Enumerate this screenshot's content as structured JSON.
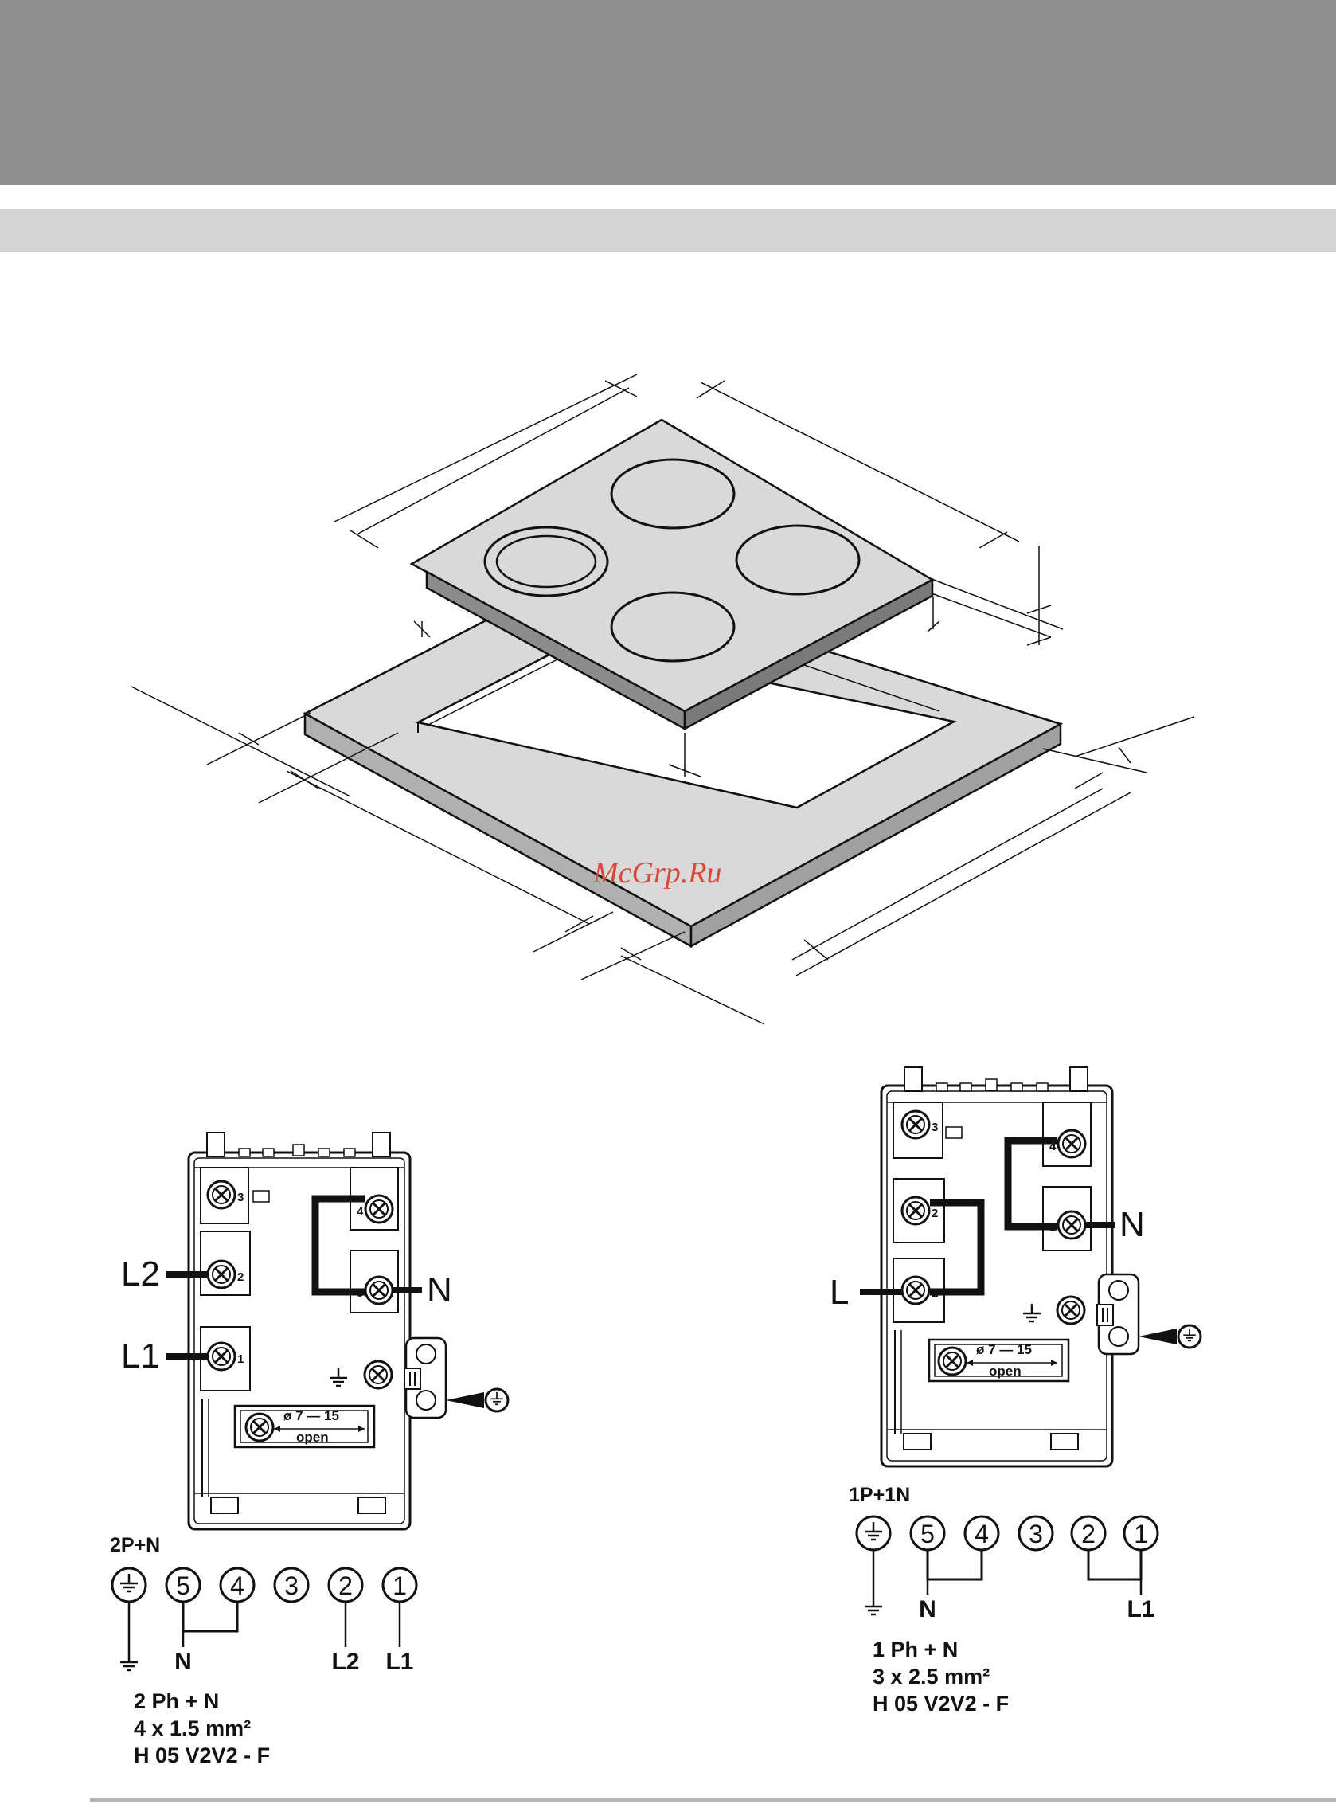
{
  "header": {
    "bar_color": "#8f8e8e",
    "subbar_color": "#d4d4d4"
  },
  "watermark": "McGrp.Ru",
  "diagram_left": {
    "terminal_labels": [
      "L2",
      "L1",
      "N"
    ],
    "screw_numbers": [
      "3",
      "2",
      "1",
      "4",
      "5"
    ],
    "clamp_text": {
      "range": "ø 7 — 15",
      "action": "open"
    },
    "config": "2P+N",
    "schema_numbers": [
      "5",
      "4",
      "3",
      "2",
      "1"
    ],
    "schema_labels": {
      "n": "N",
      "l2": "L2",
      "l1": "L1"
    },
    "spec_lines": [
      "2 Ph + N",
      "4 x 1.5 mm²",
      "H 05 V2V2 - F"
    ]
  },
  "diagram_right": {
    "terminal_labels": [
      "L",
      "N"
    ],
    "screw_numbers": [
      "3",
      "2",
      "1",
      "4",
      "5"
    ],
    "clamp_text": {
      "range": "ø 7 — 15",
      "action": "open"
    },
    "config": "1P+1N",
    "schema_numbers": [
      "5",
      "4",
      "3",
      "2",
      "1"
    ],
    "schema_labels": {
      "n": "N",
      "l1": "L1"
    },
    "spec_lines": [
      "1 Ph + N",
      "3 x 2.5 mm²",
      "H 05 V2V2 - F"
    ]
  }
}
